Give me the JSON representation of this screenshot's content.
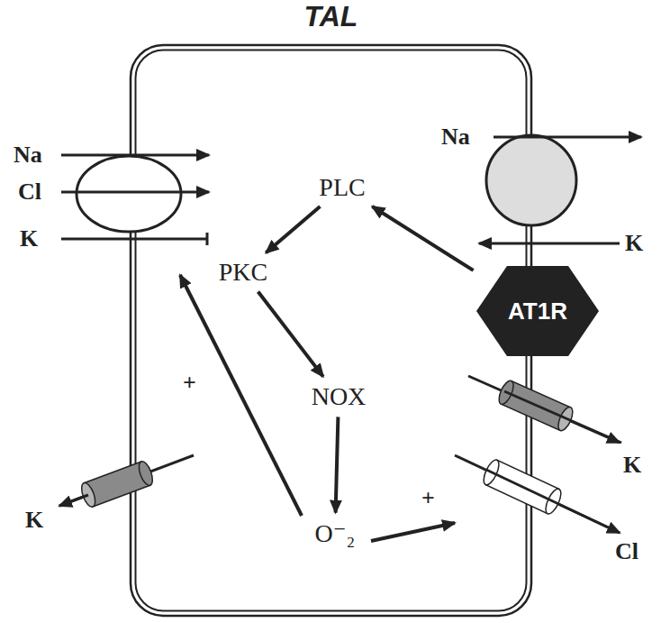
{
  "diagram": {
    "nodes": [
      {
        "text": [
          "TAL"
        ]
      },
      {
        "text": [
          "PLC"
        ],
        "in": 0
      },
      {
        "text": [
          "PKC"
        ],
        "in": 0
      },
      {
        "text": [
          "AT1R"
        ],
        "in": 0
      },
      {
        "text": [
          "NOX"
        ],
        "in": 0
      },
      {
        "text": [
          "O⁻₂"
        ],
        "in": 0
      }
    ],
    "edges": [
      {
        "from": 3,
        "to": 1,
        "arrow": "to"
      },
      {
        "from": 1,
        "to": 2,
        "arrow": "to"
      },
      {
        "from": 2,
        "to": 4,
        "arrow": "to"
      },
      {
        "from": 4,
        "to": 5,
        "arrow": "to"
      }
    ],
    "labels": [
      "Na",
      "Cl",
      "K",
      "Na",
      "K",
      "K",
      "K",
      "Cl",
      "+",
      "+"
    ]
  }
}
